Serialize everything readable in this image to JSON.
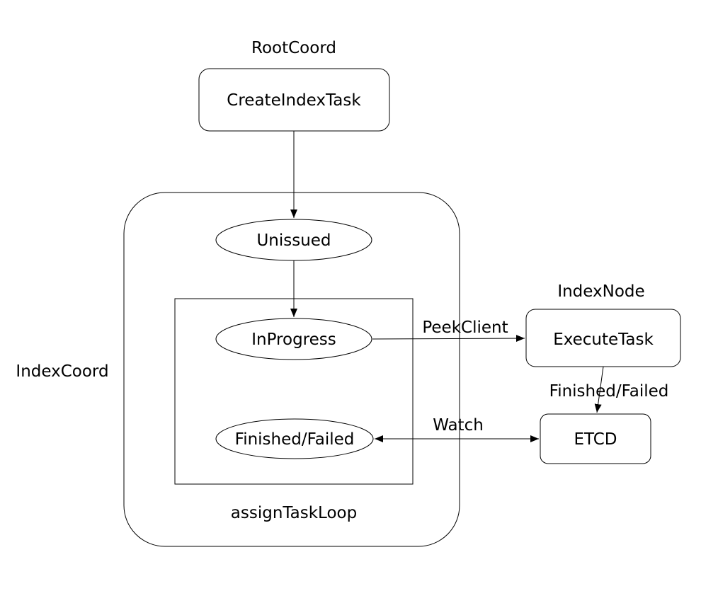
{
  "diagram": {
    "external_labels": {
      "root_coord": "RootCoord",
      "index_coord": "IndexCoord",
      "index_node": "IndexNode"
    },
    "nodes": {
      "create_index_task": "CreateIndexTask",
      "unissued": "Unissued",
      "in_progress": "InProgress",
      "finished_failed": "Finished/Failed",
      "execute_task": "ExecuteTask",
      "etcd": "ETCD"
    },
    "containers": {
      "assign_task_loop": "assignTaskLoop"
    },
    "edge_labels": {
      "peek_client": "PeekClient",
      "finished_failed": "Finished/Failed",
      "watch": "Watch"
    },
    "colors": {
      "stroke": "#000000",
      "text": "#000000",
      "background": "#ffffff"
    }
  }
}
